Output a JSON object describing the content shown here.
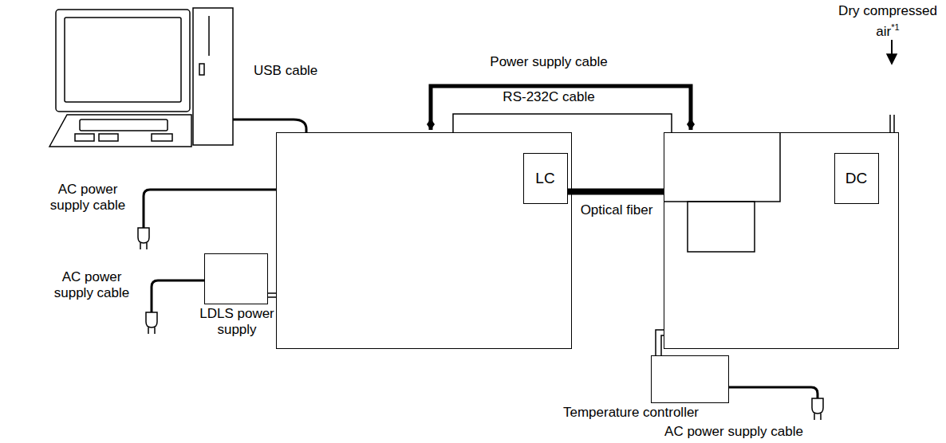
{
  "diagram": {
    "nodes": [
      {
        "text": []
      },
      {
        "text": [
          "LC"
        ],
        "in": 0
      },
      {
        "text": [
          "LDLS power supply"
        ]
      },
      {
        "text": []
      },
      {
        "text": [
          "DC"
        ],
        "in": 3
      },
      {
        "text": [
          "Temperature controller"
        ]
      }
    ],
    "edges": [
      {
        "from": 0,
        "to": 3,
        "arrow": "both",
        "label": "Power supply cable"
      },
      {
        "from": 0,
        "to": 3,
        "arrow": "none",
        "label": "RS-232C cable"
      },
      {
        "from": 1,
        "to": 3,
        "arrow": "none",
        "label": "Optical fiber"
      },
      {
        "from": 2,
        "to": 0,
        "arrow": "none"
      },
      {
        "from": 5,
        "to": 3,
        "arrow": "none"
      }
    ],
    "labels": [
      "USB cable",
      "Dry compressed air",
      "*1",
      "AC power supply cable",
      "AC power supply cable",
      "AC power supply cable"
    ]
  }
}
